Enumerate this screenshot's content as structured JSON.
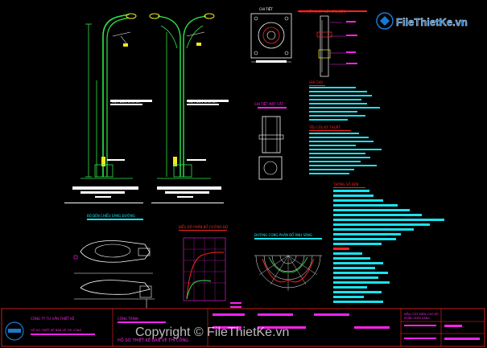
{
  "drawing": {
    "detail_top_label": "CHI TIẾT",
    "section_label": "CHI TIẾT MẶT CẮT",
    "right_title": "CHI TIẾT GHÉP NỐI CẦN ĐÈN",
    "pole_note_left": "CỘT ĐÈN CAO 8M",
    "pole_note_right": "CỘT ĐÈN CAO 8M",
    "lamp_title": "BỘ ĐÈN CHIẾU SÁNG ĐƯỜNG",
    "graph_title": "BIỂU ĐỒ PHÂN BỐ CƯỜNG ĐỘ",
    "polar_title": "ĐƯỜNG CONG PHÂN BỐ ÁNH SÁNG",
    "red_notes": [
      "GHI CHÚ",
      "YÊU CẦU KỸ THUẬT",
      "THÔNG SỐ ĐÈN"
    ]
  },
  "watermark": {
    "top_brand": "FileThietKe.vn",
    "bottom_text": "Copyright © FileThietKe.vn"
  },
  "title_block": {
    "company": "CÔNG TY TƯ VẤN THIẾT KẾ",
    "address": "HỒ SƠ THIẾT KẾ BẢN VẼ THI CÔNG",
    "project_label": "CÔNG TRÌNH",
    "sheet_title": "HỒ SƠ THIẾT KẾ BẢN VẼ THI CÔNG",
    "right_header": "MẪU CỘT ĐÈN CAO ÁP",
    "right_sub": "PHẦN CHIẾU SÁNG"
  },
  "colors": {
    "cyan": "#19e3f0",
    "magenta": "#ff22ee",
    "red": "#ff2222",
    "green": "#2ee84a",
    "white": "#ffffff",
    "yellow": "#f2e81f",
    "brand_blue": "#1a78d0"
  }
}
